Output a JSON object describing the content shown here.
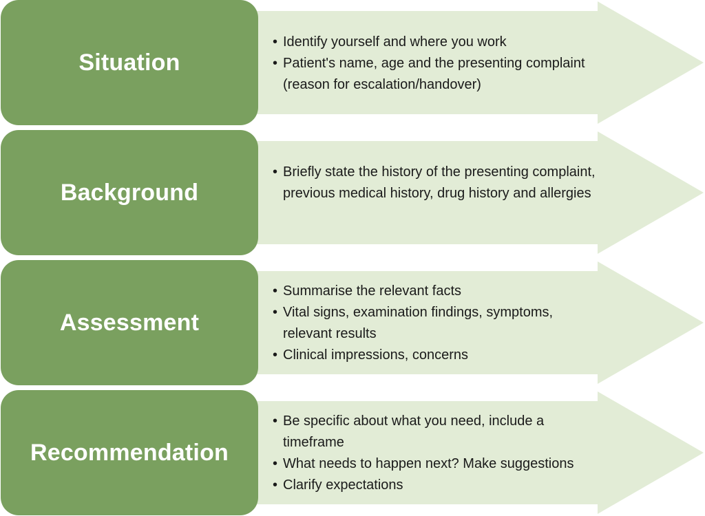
{
  "colors": {
    "label_box": "#7aa05f",
    "arrow_fill": "#e2ecd6",
    "text": "#1a1a1a",
    "label_text": "#ffffff"
  },
  "bullet_symbol": "•",
  "rows": [
    {
      "title": "Situation",
      "bullets": [
        "Identify yourself and where you work",
        "Patient's name, age and the presenting complaint (reason for escalation/handover)"
      ]
    },
    {
      "title": "Background",
      "bullets": [
        "Briefly state the history of the presenting complaint, previous medical history, drug history and allergies"
      ]
    },
    {
      "title": "Assessment",
      "bullets": [
        "Summarise the relevant facts",
        "Vital signs, examination findings, symptoms, relevant results",
        "Clinical impressions, concerns"
      ]
    },
    {
      "title": "Recommendation",
      "bullets": [
        "Be specific about what you need, include a timeframe",
        "What needs to happen next? Make suggestions",
        "Clarify expectations"
      ]
    }
  ]
}
